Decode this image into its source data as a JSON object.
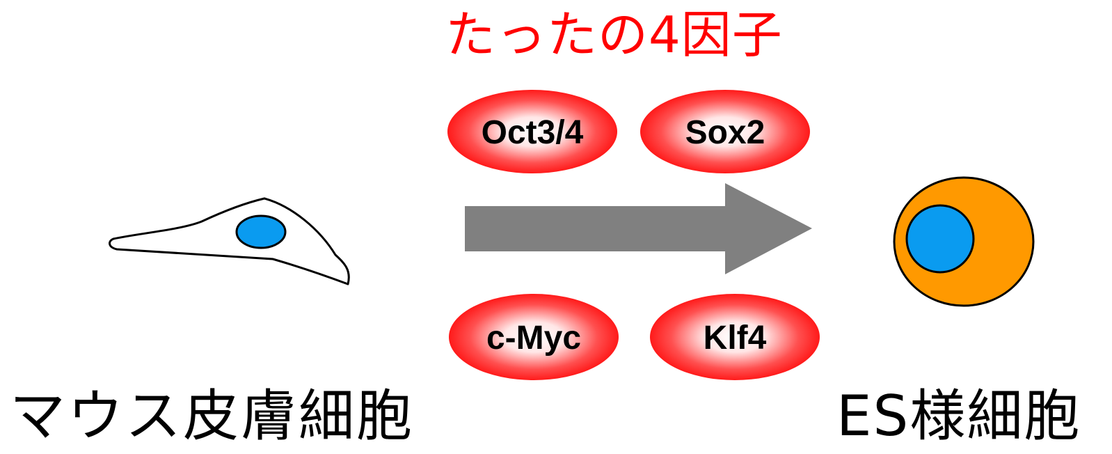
{
  "title": "たったの4因子",
  "source_cell": {
    "label": "マウス皮膚細胞"
  },
  "target_cell": {
    "label": "ES様細胞"
  },
  "factors": [
    {
      "label": "Oct3/4"
    },
    {
      "label": "Sox2"
    },
    {
      "label": "c-Myc"
    },
    {
      "label": "Klf4"
    }
  ],
  "colors": {
    "title": "#ff0000",
    "factor_fill_edge": "#ff1a1a",
    "factor_fill_center": "#ffffff",
    "arrow": "#808080",
    "nucleus": "#0a9bf0",
    "es_cytoplasm": "#ff9900",
    "outline": "#000000"
  }
}
